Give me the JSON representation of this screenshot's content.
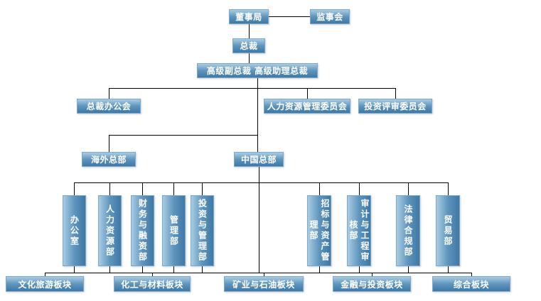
{
  "org": {
    "board": "董事局",
    "supervisory": "监事会",
    "president": "总裁",
    "senior_vp": "高级副总裁 高级助理总裁",
    "president_office": "总裁办公会",
    "hr_committee": "人力资源管理委员会",
    "investment_review": "投资评审委员会",
    "overseas_hq": "海外总部",
    "china_hq": "中国总部",
    "left_departments": [
      "办公室",
      "人力资源部",
      "财务与融资部",
      "管理部",
      "投资与管理部"
    ],
    "right_departments": [
      "招标与资产管理部",
      "审计与工程审核部",
      "法律合规部",
      "贸易部"
    ],
    "sectors": [
      "文化旅游板块",
      "化工与材料板块",
      "矿业与石油板块",
      "金融与投资板块",
      "综合板块"
    ],
    "colors": {
      "box_light": "#a9cce2",
      "box_dark": "#3e78a5",
      "text": "#ffffff",
      "line": "#000000"
    }
  }
}
